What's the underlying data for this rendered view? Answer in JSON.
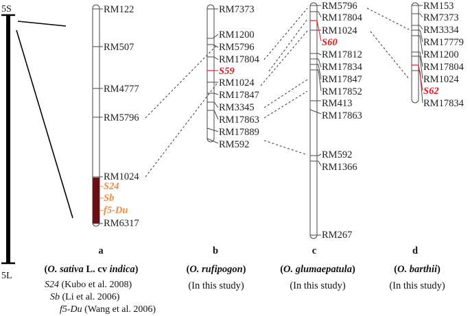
{
  "chromosome_arm": {
    "top_label": "5S",
    "bottom_label": "5L"
  },
  "panels": [
    {
      "letter": "a",
      "species": "O. sativa",
      "species_suffix": " L. cv ",
      "cultivar": "indica",
      "markers": [
        "RM122",
        "RM507",
        "RM4777",
        "RM5796",
        "RM1024",
        "RM6317"
      ],
      "loci": [
        "S24",
        "Sb",
        "f5-Du"
      ],
      "citations": [
        {
          "locus": "S24",
          "ref": " (Kubo et al. 2008)"
        },
        {
          "locus": "Sb",
          "ref": " (Li et al. 2006)"
        },
        {
          "locus": "f5-Du",
          "ref": " (Wang et al. 2006)"
        }
      ]
    },
    {
      "letter": "b",
      "species": "O. rufipogon",
      "note": "(In this study)",
      "markers": [
        "RM7373",
        "RM1200",
        "RM5796",
        "RM17804",
        "RM1024",
        "RM17847",
        "RM3345",
        "RM17863",
        "RM17889",
        "RM592"
      ],
      "locus": "S59"
    },
    {
      "letter": "c",
      "species": "O. glumaepatula",
      "note": "(In this study)",
      "markers": [
        "RM5796",
        "RM17804",
        "RM1024",
        "RM17812",
        "RM17834",
        "RM17847",
        "RM17852",
        "RM413",
        "RM17863",
        "RM592",
        "RM1366",
        "RM267"
      ],
      "locus": "S60"
    },
    {
      "letter": "d",
      "species": "O. barthii",
      "note": "(In this study)",
      "markers": [
        "RM153",
        "RM7373",
        "RM3334",
        "RM17779",
        "RM1200",
        "RM17804",
        "RM1024",
        "RM17834"
      ],
      "locus": "S62"
    }
  ],
  "colors": {
    "locus_red": "#e8141c",
    "locus_orange": "#f08a3c",
    "introgression_block": "#6b0f12",
    "outline": "#444444"
  }
}
